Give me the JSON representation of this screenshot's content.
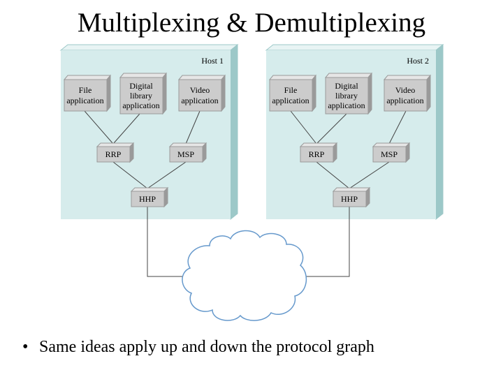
{
  "slide": {
    "title": "Multiplexing & Demultiplexing",
    "bullet_marker": "•",
    "bullet": "Same ideas apply up and down the protocol graph"
  },
  "colors": {
    "host_panel": "#d6ecec",
    "host_edge": "#9cc8c8",
    "box_face": "#cccccc",
    "box_edge": "#9a9a9a",
    "line": "#444444"
  },
  "hosts": [
    {
      "label": "Host 1",
      "apps": [
        [
          "File",
          "application"
        ],
        [
          "Digital",
          "library",
          "application"
        ],
        [
          "Video",
          "application"
        ]
      ],
      "mid": [
        "RRP",
        "MSP"
      ],
      "bottom": "HHP"
    },
    {
      "label": "Host 2",
      "apps": [
        [
          "File",
          "application"
        ],
        [
          "Digital",
          "library",
          "application"
        ],
        [
          "Video",
          "application"
        ]
      ],
      "mid": [
        "RRP",
        "MSP"
      ],
      "bottom": "HHP"
    }
  ]
}
